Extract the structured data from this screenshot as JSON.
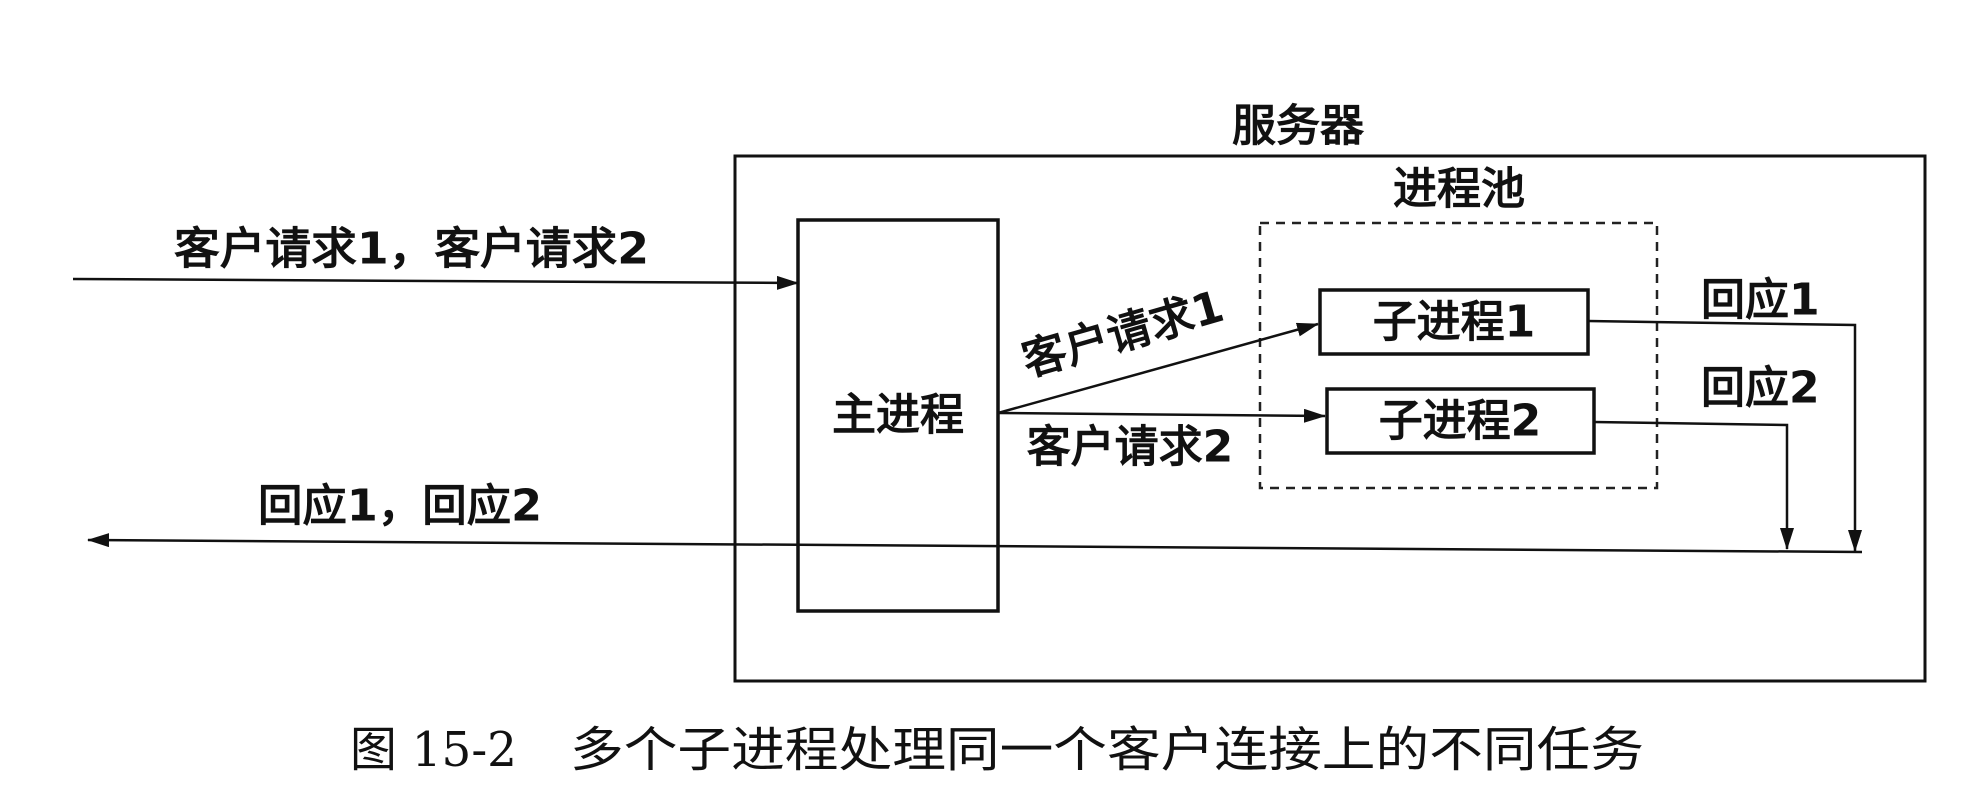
{
  "server": {
    "label": "服务器"
  },
  "process_pool": {
    "label": "进程池"
  },
  "main_process": {
    "label": "主进程"
  },
  "child_processes": [
    {
      "label": "子进程1"
    },
    {
      "label": "子进程2"
    }
  ],
  "incoming": {
    "label": "客户请求1，客户请求2"
  },
  "requests": [
    {
      "label": "客户请求1"
    },
    {
      "label": "客户请求2"
    }
  ],
  "responses": [
    {
      "label": "回应1"
    },
    {
      "label": "回应2"
    }
  ],
  "outgoing": {
    "label": "回应1，回应2"
  },
  "caption": {
    "figure_number": "图 15-2",
    "text": "多个子进程处理同一个客户连接上的不同任务"
  }
}
